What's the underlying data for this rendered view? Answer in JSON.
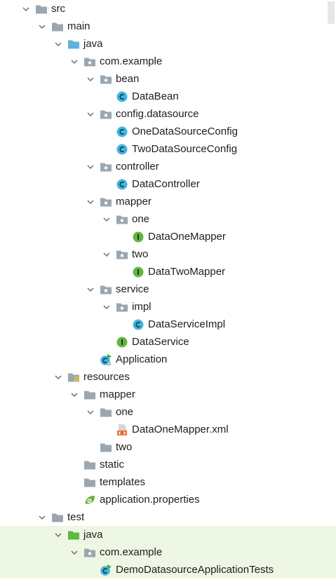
{
  "tree": [
    {
      "label": "src",
      "depth": 0,
      "type": "folder",
      "expanded": true
    },
    {
      "label": "main",
      "depth": 1,
      "type": "folder",
      "expanded": true
    },
    {
      "label": "java",
      "depth": 2,
      "type": "source-folder",
      "expanded": true
    },
    {
      "label": "com.example",
      "depth": 3,
      "type": "package",
      "expanded": true
    },
    {
      "label": "bean",
      "depth": 4,
      "type": "package",
      "expanded": true
    },
    {
      "label": "DataBean",
      "depth": 5,
      "type": "class"
    },
    {
      "label": "config.datasource",
      "depth": 4,
      "type": "package",
      "expanded": true
    },
    {
      "label": "OneDataSourceConfig",
      "depth": 5,
      "type": "class"
    },
    {
      "label": "TwoDataSourceConfig",
      "depth": 5,
      "type": "class"
    },
    {
      "label": "controller",
      "depth": 4,
      "type": "package",
      "expanded": true
    },
    {
      "label": "DataController",
      "depth": 5,
      "type": "class"
    },
    {
      "label": "mapper",
      "depth": 4,
      "type": "package",
      "expanded": true
    },
    {
      "label": "one",
      "depth": 5,
      "type": "package",
      "expanded": true
    },
    {
      "label": "DataOneMapper",
      "depth": 6,
      "type": "interface"
    },
    {
      "label": "two",
      "depth": 5,
      "type": "package",
      "expanded": true
    },
    {
      "label": "DataTwoMapper",
      "depth": 6,
      "type": "interface"
    },
    {
      "label": "service",
      "depth": 4,
      "type": "package",
      "expanded": true
    },
    {
      "label": "impl",
      "depth": 5,
      "type": "package",
      "expanded": true
    },
    {
      "label": "DataServiceImpl",
      "depth": 6,
      "type": "class"
    },
    {
      "label": "DataService",
      "depth": 5,
      "type": "interface"
    },
    {
      "label": "Application",
      "depth": 4,
      "type": "spring-app"
    },
    {
      "label": "resources",
      "depth": 2,
      "type": "resources-folder",
      "expanded": true
    },
    {
      "label": "mapper",
      "depth": 3,
      "type": "folder",
      "expanded": true
    },
    {
      "label": "one",
      "depth": 4,
      "type": "folder",
      "expanded": true
    },
    {
      "label": "DataOneMapper.xml",
      "depth": 5,
      "type": "xml"
    },
    {
      "label": "two",
      "depth": 4,
      "type": "folder"
    },
    {
      "label": "static",
      "depth": 3,
      "type": "folder"
    },
    {
      "label": "templates",
      "depth": 3,
      "type": "folder"
    },
    {
      "label": "application.properties",
      "depth": 3,
      "type": "properties"
    },
    {
      "label": "test",
      "depth": 1,
      "type": "folder",
      "expanded": true
    },
    {
      "label": "java",
      "depth": 2,
      "type": "test-source-folder",
      "expanded": true,
      "highlight": true
    },
    {
      "label": "com.example",
      "depth": 3,
      "type": "package",
      "expanded": true,
      "highlight": true
    },
    {
      "label": "DemoDatasourceApplicationTests",
      "depth": 4,
      "type": "test-class",
      "highlight": true
    }
  ],
  "colors": {
    "folder": "#9aa7b0",
    "source_folder": "#62b0de",
    "test_folder": "#61b83f",
    "class": "#40b6e0",
    "interface": "#62b543",
    "xml": "#e66f2e",
    "test_background": "#eef6e4"
  }
}
